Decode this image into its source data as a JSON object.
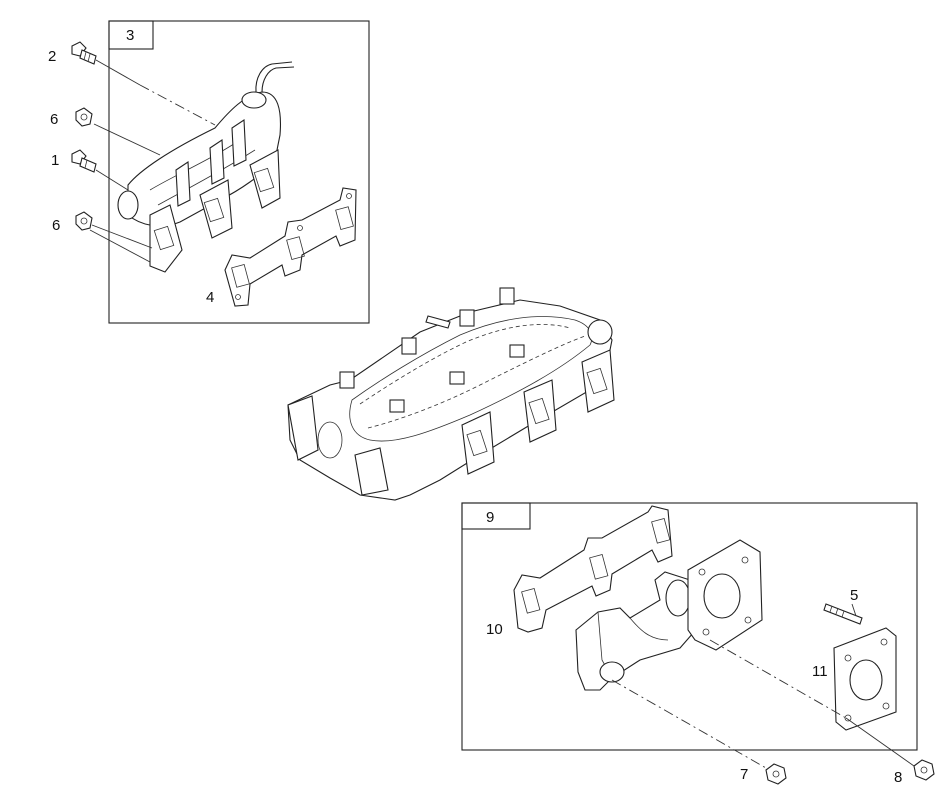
{
  "boxes": {
    "box_a": "3",
    "box_b": "9"
  },
  "callouts": {
    "c2": "2",
    "c6a": "6",
    "c1": "1",
    "c6b": "6",
    "c4": "4",
    "c10": "10",
    "c5": "5",
    "c11": "11",
    "c7": "7",
    "c8": "8"
  }
}
